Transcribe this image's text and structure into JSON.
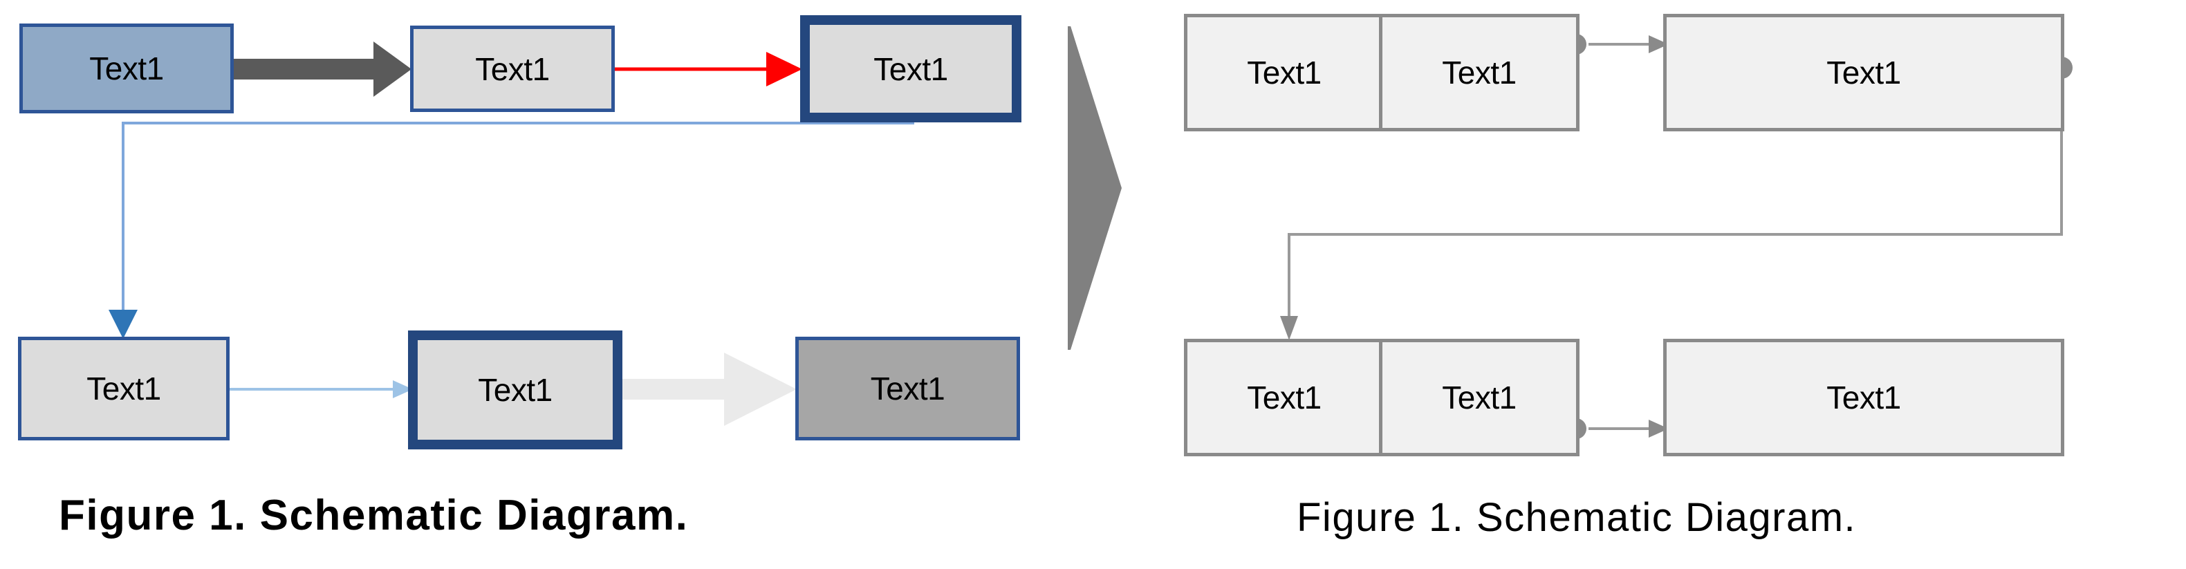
{
  "figure": {
    "title_left": "Figure 1. Schematic Diagram.",
    "title_right": "Figure 1. Schematic Diagram."
  },
  "colors": {
    "accent_fill": "#8FA9C6",
    "accent_border": "#2E5597",
    "plain_fill": "#DCDCDC",
    "thick_border": "#24477E",
    "dark_fill": "#A6A6A6",
    "right_fill": "#F1F1F1",
    "right_border": "#8A8A8A",
    "arrow_dark_gray": "#5A5A5A",
    "arrow_red": "#FF0000",
    "arrow_blue": "#2E75B6",
    "arrow_light_blue": "#9DC3E6",
    "arrow_light_gray": "#EAEAEA",
    "divider_gray": "#808080",
    "right_edge_gray": "#9A9A9A"
  },
  "left_panel": {
    "name": "original-schematic",
    "nodes": [
      {
        "id": "l-r1-c1",
        "label": "Text1",
        "style": "accent"
      },
      {
        "id": "l-r1-c2",
        "label": "Text1",
        "style": "plain"
      },
      {
        "id": "l-r1-c3",
        "label": "Text1",
        "style": "thick"
      },
      {
        "id": "l-r2-c1",
        "label": "Text1",
        "style": "plain"
      },
      {
        "id": "l-r2-c2",
        "label": "Text1",
        "style": "thick"
      },
      {
        "id": "l-r2-c3",
        "label": "Text1",
        "style": "dark"
      }
    ],
    "edges": [
      {
        "id": "l-e1",
        "from": "l-r1-c1",
        "to": "l-r1-c2",
        "kind": "block-arrow",
        "color": "#5A5A5A"
      },
      {
        "id": "l-e2",
        "from": "l-r1-c2",
        "to": "l-r1-c3",
        "kind": "line-arrow",
        "color": "#FF0000"
      },
      {
        "id": "l-e3",
        "from": "l-r1-c3",
        "to": "l-r2-c1",
        "kind": "elbow-arrow",
        "color": "#2E75B6"
      },
      {
        "id": "l-e4",
        "from": "l-r2-c1",
        "to": "l-r2-c2",
        "kind": "thin-arrow",
        "color": "#9DC3E6"
      },
      {
        "id": "l-e5",
        "from": "l-r2-c2",
        "to": "l-r2-c3",
        "kind": "block-arrow",
        "color": "#EAEAEA"
      }
    ]
  },
  "divider": {
    "name": "transform-arrow",
    "shape": "right-pointing-triangle",
    "color": "#808080"
  },
  "right_panel": {
    "name": "normalized-schematic",
    "nodes": [
      {
        "id": "r-r1-c1",
        "label": "Text1"
      },
      {
        "id": "r-r1-c2",
        "label": "Text1"
      },
      {
        "id": "r-r1-c3",
        "label": "Text1"
      },
      {
        "id": "r-r2-c1",
        "label": "Text1"
      },
      {
        "id": "r-r2-c2",
        "label": "Text1"
      },
      {
        "id": "r-r2-c3",
        "label": "Text1"
      }
    ],
    "edges": [
      {
        "id": "r-e1",
        "from": "r-r1-c1",
        "to": "r-r1-c2",
        "kind": "line-arrow",
        "source_marker": "dot"
      },
      {
        "id": "r-e2",
        "from": "r-r1-c2",
        "to": "r-r1-c3",
        "kind": "line-arrow",
        "source_marker": "dot"
      },
      {
        "id": "r-e3",
        "from": "r-r1-c3",
        "to": "r-r2-c1",
        "kind": "elbow-arrow",
        "source_marker": "dot"
      },
      {
        "id": "r-e4",
        "from": "r-r2-c1",
        "to": "r-r2-c2",
        "kind": "line-arrow",
        "source_marker": "dot"
      },
      {
        "id": "r-e5",
        "from": "r-r2-c2",
        "to": "r-r2-c3",
        "kind": "line-arrow",
        "source_marker": "dot"
      }
    ]
  }
}
